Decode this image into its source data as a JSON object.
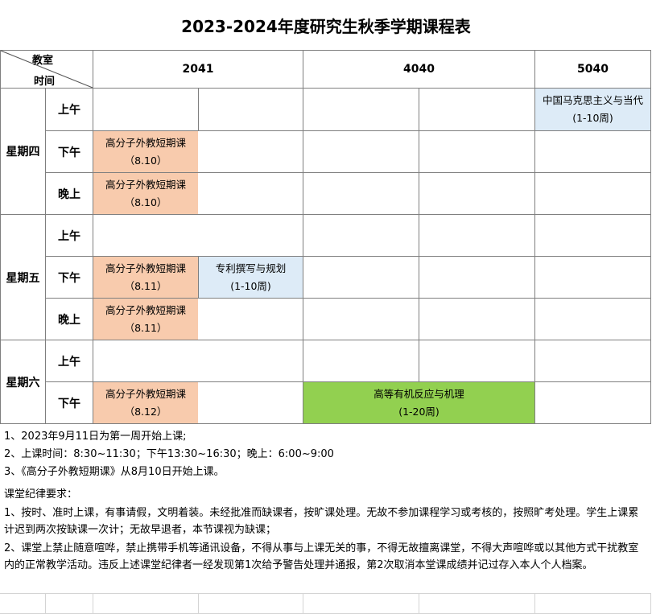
{
  "title": "2023-2024年度研究生秋季学期课程表",
  "header": {
    "corner_top": "教室",
    "corner_bottom": "时间",
    "rooms": [
      "2041",
      "4040",
      "5040"
    ]
  },
  "days": [
    "星期四",
    "星期五",
    "星期六"
  ],
  "slots": {
    "morning": "上午",
    "afternoon": "下午",
    "evening": "晚上"
  },
  "courses": {
    "thu_am_5040": {
      "name": "中国马克思主义与当代",
      "period": "(1-10周)"
    },
    "thu_pm_2041": {
      "name": "高分子外教短期课",
      "period": "（8.10）"
    },
    "thu_ev_2041": {
      "name": "高分子外教短期课",
      "period": "（8.10）"
    },
    "fri_pm_2041a": {
      "name": "高分子外教短期课",
      "period": "（8.11）"
    },
    "fri_pm_2041b": {
      "name": "专利撰写与规划",
      "period": "(1-10周)"
    },
    "fri_ev_2041": {
      "name": "高分子外教短期课",
      "period": "（8.11）"
    },
    "sat_pm_2041": {
      "name": "高分子外教短期课",
      "period": "（8.12）"
    },
    "sat_pm_4040": {
      "name": "高等有机反应与机理",
      "period": "(1-20周)"
    }
  },
  "notes": [
    "1、2023年9月11日为第一周开始上课;",
    "2、上课时间：8:30~11:30；下午13:30~16:30；晚上：6:00~9:00",
    "3、《高分子外教短期课》从8月10日开始上课。"
  ],
  "discipline": {
    "heading": "课堂纪律要求：",
    "rule1": "1、按时、准时上课，有事请假，文明着装。未经批准而缺课者，按旷课处理。无故不参加课程学习或考核的，按照旷考处理。学生上课累计迟到两次按缺课一次计；无故早退者，本节课视为缺课；",
    "rule2": "2、课堂上禁止随意喧哗，禁止携带手机等通讯设备，不得从事与上课无关的事，不得无故擅离课堂，不得大声喧哗或以其他方式干扰教室内的正常教学活动。违反上述课堂纪律者一经发现第1次给予警告处理并通报，第2次取消本堂课成绩并记过存入本人个人档案。"
  }
}
